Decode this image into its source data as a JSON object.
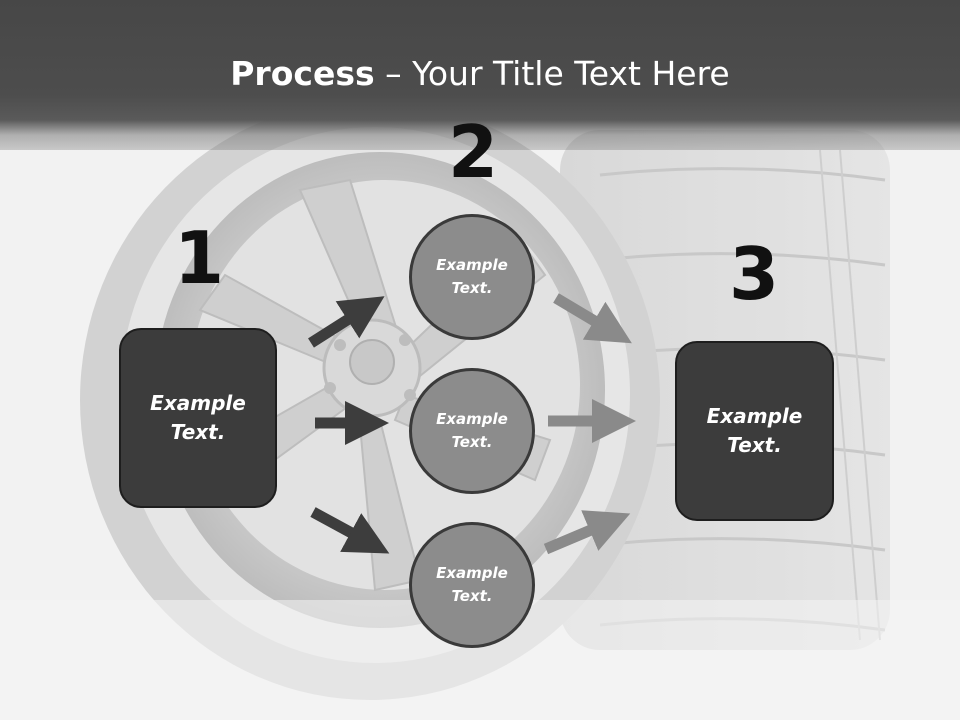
{
  "slide": {
    "title_bold": "Process",
    "title_rest": " – Your Title Text Here"
  },
  "steps": {
    "step1": {
      "number": "1",
      "text_line1": "Example",
      "text_line2": "Text."
    },
    "step2": {
      "number": "2",
      "circles": [
        {
          "line1": "Example",
          "line2": "Text."
        },
        {
          "line1": "Example",
          "line2": "Text."
        },
        {
          "line1": "Example",
          "line2": "Text."
        }
      ]
    },
    "step3": {
      "number": "3",
      "text_line1": "Example",
      "text_line2": "Text."
    }
  },
  "colors": {
    "dark_box": "#3c3c3c",
    "circle_fill": "#8c8c8c",
    "dark_arrow": "#3d3d3d",
    "light_arrow": "#8a8a8a"
  },
  "background": {
    "image": "tire-wheel-photo"
  }
}
